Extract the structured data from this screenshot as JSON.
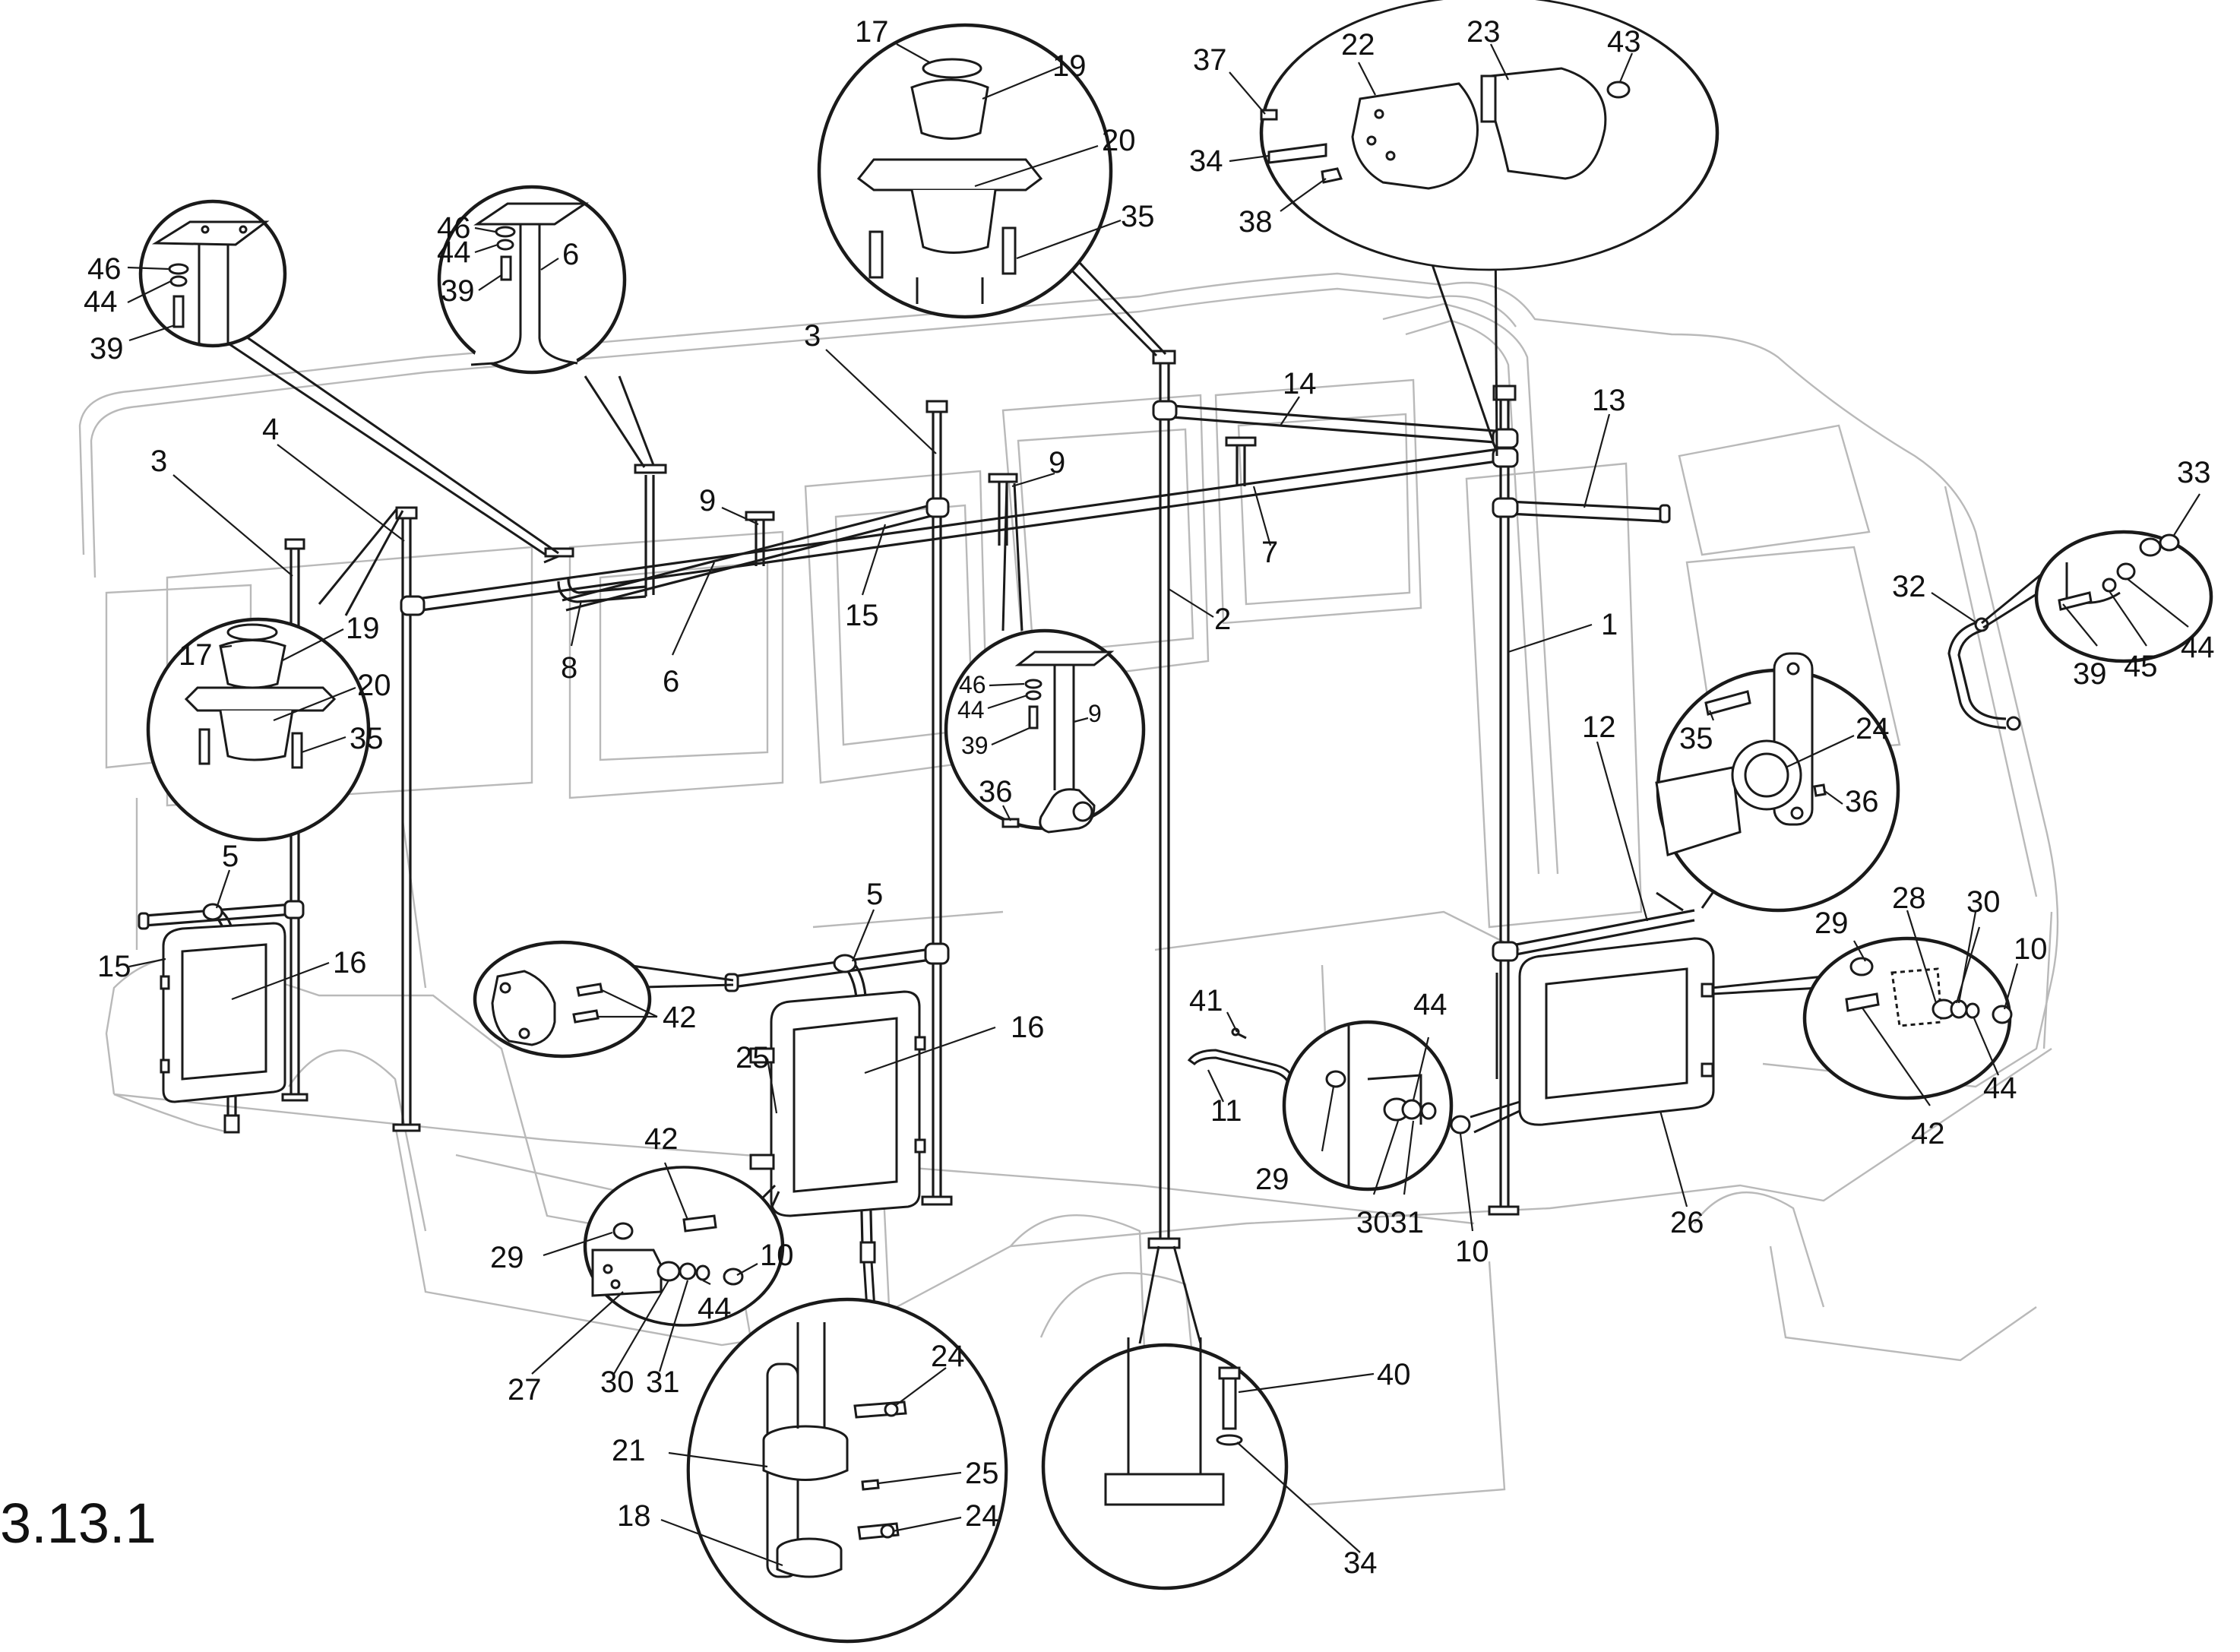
{
  "figure_number": "3.13.1",
  "callouts": {
    "c1": "1",
    "c2": "2",
    "c3a": "3",
    "c3b": "3",
    "c4": "4",
    "c5a": "5",
    "c5b": "5",
    "c6": "6",
    "c7": "7",
    "c8": "8",
    "c9a": "9",
    "c9b": "9",
    "c11": "11",
    "c12": "12",
    "c13": "13",
    "c14": "14",
    "c15a": "15",
    "c15b": "15",
    "c16a": "16",
    "c16b": "16",
    "c25a": "25",
    "c26": "26",
    "c41": "41",
    "c42a": "42",
    "c29a": "29",
    "c27": "27",
    "c30a": "30",
    "c31a": "31",
    "c44a": "44",
    "c10a": "10",
    "c42b": "42",
    "c44b": "44",
    "c29b": "29",
    "c3031": "3031",
    "c10b": "10",
    "c29c": "29",
    "c28": "28",
    "c30c": "30",
    "c10c": "10",
    "c42c": "42",
    "c44c": "44",
    "c33": "33",
    "c32": "32",
    "c39d": "39",
    "c45d": "45",
    "c44d": "44"
  },
  "detail_top_left": {
    "c46": "46",
    "c44": "44",
    "c39": "39"
  },
  "detail_rail_mount": {
    "c46": "46",
    "c44": "44",
    "c6": "6",
    "c39": "39"
  },
  "detail_top_center": {
    "c17": "17",
    "c19": "19",
    "c20": "20",
    "c35": "35"
  },
  "detail_top_right": {
    "c37": "37",
    "c22": "22",
    "c23": "23",
    "c43": "43",
    "c34": "34",
    "c38": "38"
  },
  "detail_left_base": {
    "c19": "19",
    "c17": "17",
    "c20": "20",
    "c35": "35"
  },
  "detail_center_9": {
    "c46": "46",
    "c44": "44",
    "c39": "39",
    "c9": "9",
    "c36": "36"
  },
  "detail_right_clamp": {
    "c35": "35",
    "c24": "24",
    "c36": "36"
  },
  "detail_lower_clamp": {
    "c24a": "24",
    "c21": "21",
    "c25": "25",
    "c18": "18",
    "c24b": "24"
  },
  "detail_floor_base": {
    "c40": "40",
    "c34": "34"
  }
}
